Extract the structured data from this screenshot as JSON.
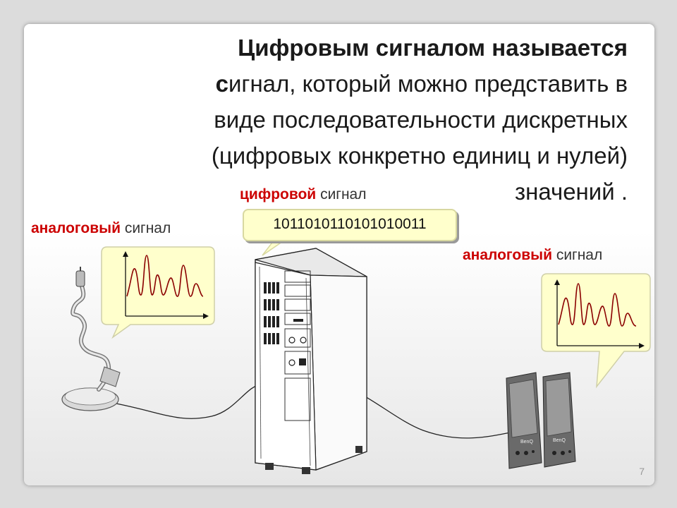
{
  "slide": {
    "title_bold": "Цифровым сигналом называется",
    "text_s": "с",
    "text_rest": "игнал, который можно представить в",
    "line3": "виде последовательности дискретных",
    "line4": "(цифровых конкретно единиц и нулей)",
    "line5": "значений .",
    "page_number": "7"
  },
  "labels": {
    "left": {
      "red": "аналоговый",
      "rest": " сигнал"
    },
    "center": {
      "red": "цифровой",
      "rest": " сигнал"
    },
    "right": {
      "red": "аналоговый",
      "rest": " сигнал"
    }
  },
  "binary_value": "1011010110101010011",
  "speaker_brand": "BenQ",
  "colors": {
    "accent_red": "#cc0000",
    "bubble_fill": "#ffffcc",
    "wave": "#8b0000"
  }
}
